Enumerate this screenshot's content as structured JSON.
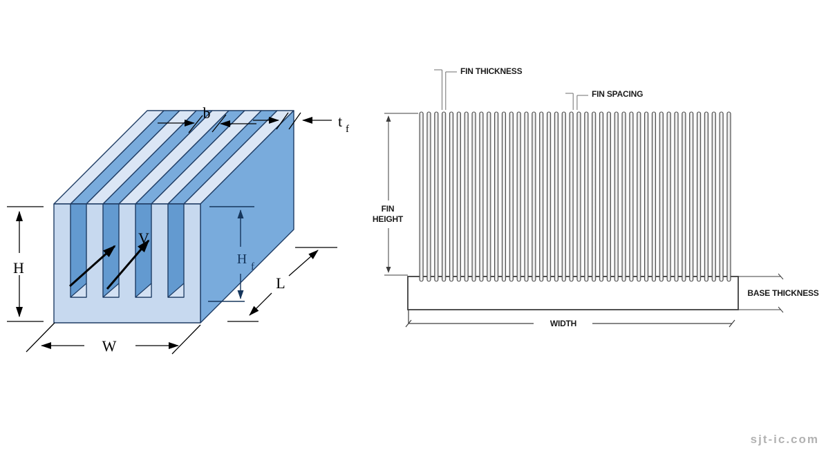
{
  "page": {
    "watermark": "sjt-ic.com",
    "background_color": "#ffffff"
  },
  "isometric_view": {
    "description": "3D isometric view of a straight-fin heat sink",
    "fin_count": 5,
    "channel_count": 4,
    "labels": {
      "overall_height": "H",
      "base_width": "W",
      "flow_length": "L",
      "velocity": "V",
      "channel_spacing": "b",
      "fin_thickness_base": "t",
      "fin_thickness_sub": "f",
      "fin_height_base": "H",
      "fin_height_sub": "f"
    },
    "colors": {
      "fin_front": "#c7d9ef",
      "fin_top": "#dbe6f5",
      "fin_side": "#79abdc",
      "channel": "#639ad0",
      "channel_floor": "#d3e1f3",
      "outline": "#1e3c64",
      "dimension": "#000000",
      "fin_height_dim": "#16365c"
    }
  },
  "cross_section_view": {
    "description": "Front cross-section of heat sink fin geometry",
    "fin_count": 42,
    "labels": {
      "fin_thickness": "FIN THICKNESS",
      "fin_spacing": "FIN SPACING",
      "fin_height_line1": "FIN",
      "fin_height_line2": "HEIGHT",
      "base_thickness": "BASE THICKNESS",
      "width": "WIDTH"
    },
    "colors": {
      "stroke": "#3d3d3d",
      "bracket": "#6e6e6e",
      "fin_edge": "#909090",
      "fin_center": "#f4f4f4",
      "label_color": "#1a1a1a"
    }
  }
}
